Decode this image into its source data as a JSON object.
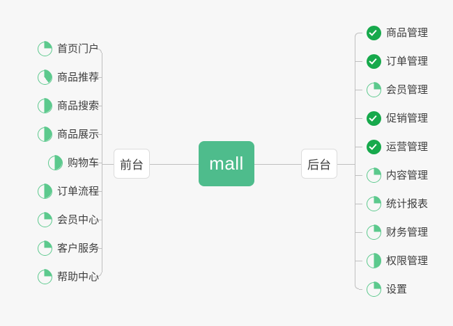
{
  "diagram": {
    "title": "mall",
    "background_color": "#f7f7f7",
    "accent_color": "#4ebc8c",
    "done_color": "#17a94c",
    "ring_color": "#5cc98d",
    "line_color": "#bfbfbf",
    "text_color": "#3d3d3d"
  },
  "center": {
    "label": "mall"
  },
  "branches": {
    "left": {
      "label": "前台",
      "items": [
        {
          "label": "首页门户",
          "icon": "pie-icon",
          "progress": 25
        },
        {
          "label": "商品推荐",
          "icon": "pie-icon",
          "progress": 40
        },
        {
          "label": "商品搜索",
          "icon": "pie-icon",
          "progress": 50
        },
        {
          "label": "商品展示",
          "icon": "pie-icon",
          "progress": 50
        },
        {
          "label": "购物车",
          "icon": "pie-icon",
          "progress": 50
        },
        {
          "label": "订单流程",
          "icon": "pie-icon",
          "progress": 50
        },
        {
          "label": "会员中心",
          "icon": "pie-icon",
          "progress": 25
        },
        {
          "label": "客户服务",
          "icon": "pie-icon",
          "progress": 25
        },
        {
          "label": "帮助中心",
          "icon": "pie-icon",
          "progress": 25
        }
      ]
    },
    "right": {
      "label": "后台",
      "items": [
        {
          "label": "商品管理",
          "icon": "check-circle-icon",
          "progress": 100
        },
        {
          "label": "订单管理",
          "icon": "check-circle-icon",
          "progress": 100
        },
        {
          "label": "会员管理",
          "icon": "pie-icon",
          "progress": 25
        },
        {
          "label": "促销管理",
          "icon": "check-circle-icon",
          "progress": 100
        },
        {
          "label": "运营管理",
          "icon": "check-circle-icon",
          "progress": 100
        },
        {
          "label": "内容管理",
          "icon": "pie-icon",
          "progress": 25
        },
        {
          "label": "统计报表",
          "icon": "pie-icon",
          "progress": 25
        },
        {
          "label": "财务管理",
          "icon": "pie-icon",
          "progress": 25
        },
        {
          "label": "权限管理",
          "icon": "pie-icon",
          "progress": 50
        },
        {
          "label": "设置",
          "icon": "pie-icon",
          "progress": 25
        }
      ]
    }
  }
}
